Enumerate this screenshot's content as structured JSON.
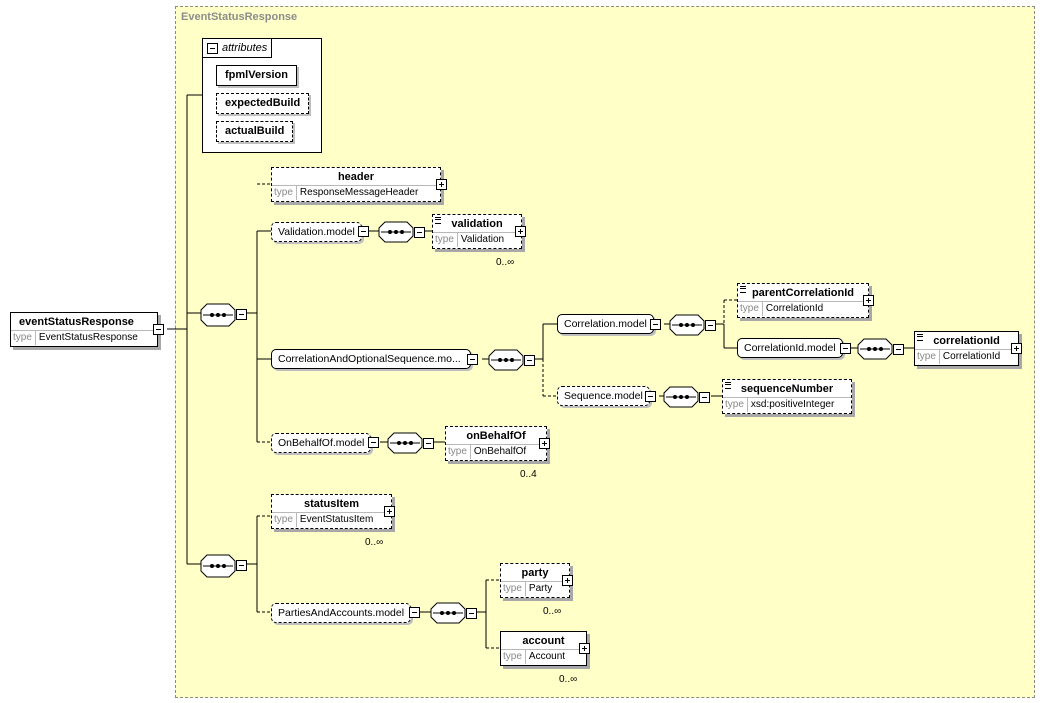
{
  "group": {
    "title": "EventStatusResponse"
  },
  "root": {
    "name": "eventStatusResponse",
    "type_kw": "type",
    "type": "EventStatusResponse"
  },
  "attributes": {
    "title": "attributes",
    "items": [
      {
        "name": "fpmlVersion",
        "optional": false
      },
      {
        "name": "expectedBuild",
        "optional": true
      },
      {
        "name": "actualBuild",
        "optional": true
      }
    ]
  },
  "elements": {
    "header": {
      "name": "header",
      "type_kw": "type",
      "type": "ResponseMessageHeader"
    },
    "validation": {
      "name": "validation",
      "type_kw": "type",
      "type": "Validation",
      "card": "0..∞"
    },
    "parentCorrelationId": {
      "name": "parentCorrelationId",
      "type_kw": "type",
      "type": "CorrelationId"
    },
    "correlationId": {
      "name": "correlationId",
      "type_kw": "type",
      "type": "CorrelationId"
    },
    "sequenceNumber": {
      "name": "sequenceNumber",
      "type_kw": "type",
      "type": "xsd:positiveInteger"
    },
    "onBehalfOf": {
      "name": "onBehalfOf",
      "type_kw": "type",
      "type": "OnBehalfOf",
      "card": "0..4"
    },
    "statusItem": {
      "name": "statusItem",
      "type_kw": "type",
      "type": "EventStatusItem",
      "card": "0..∞"
    },
    "party": {
      "name": "party",
      "type_kw": "type",
      "type": "Party",
      "card": "0..∞"
    },
    "account": {
      "name": "account",
      "type_kw": "type",
      "type": "Account",
      "card": "0..∞"
    }
  },
  "models": {
    "validation": "Validation.model",
    "correlationSeq": "CorrelationAndOptionalSequence.mo...",
    "correlation": "Correlation.model",
    "correlationId": "CorrelationId.model",
    "sequence": "Sequence.model",
    "onBehalfOf": "OnBehalfOf.model",
    "partiesAccounts": "PartiesAndAccounts.model"
  },
  "colors": {
    "group_bg": "#ffffc8",
    "group_border": "#8a8a8a",
    "title": "#8c8c8c"
  }
}
